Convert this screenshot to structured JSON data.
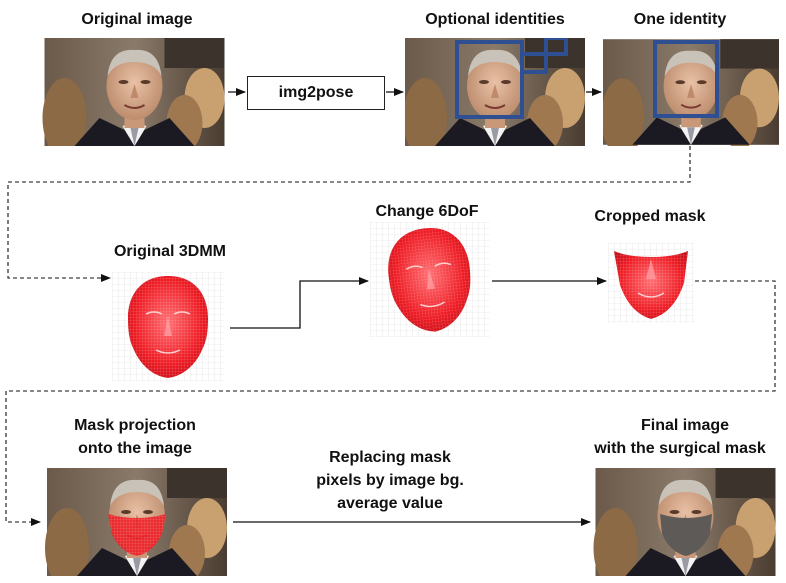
{
  "labels": {
    "original_image": "Original image",
    "optional_identities": "Optional identities",
    "one_identity": "One identity",
    "original_3dmm": "Original 3DMM",
    "change_6dof": "Change 6DoF",
    "cropped_mask": "Cropped mask",
    "mask_projection_line1": "Mask projection",
    "mask_projection_line2": "onto the image",
    "replacing_line1": "Replacing mask",
    "replacing_line2": "pixels by image bg.",
    "replacing_line3": "average value",
    "final_line1": "Final image",
    "final_line2": "with the surgical mask"
  },
  "process_box": "img2pose",
  "colors": {
    "identity_box": "#2f4f93",
    "mesh_red": "#e8161e",
    "surgical_mask": "#5e5a57"
  }
}
